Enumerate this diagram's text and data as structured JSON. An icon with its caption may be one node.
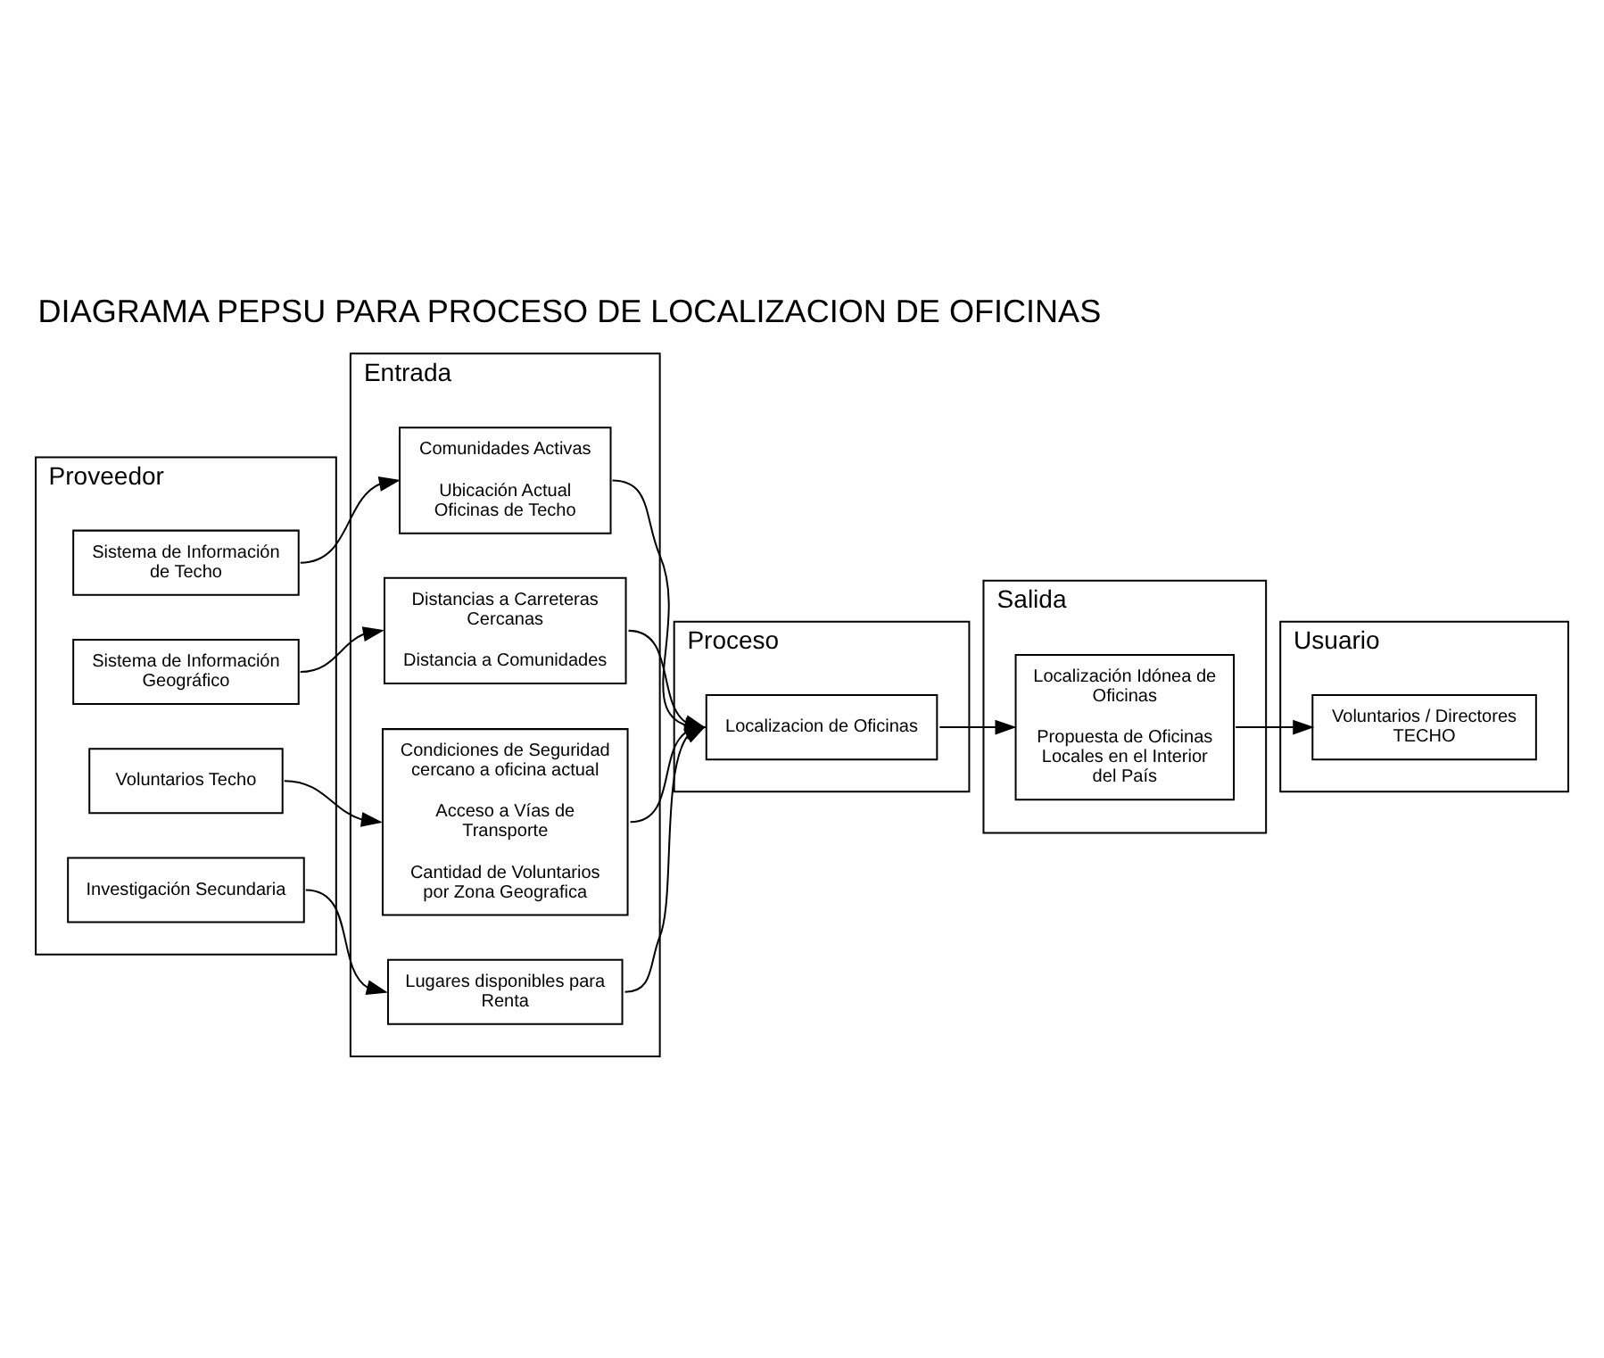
{
  "diagram": {
    "title": "DIAGRAMA PEPSU PARA PROCESO DE LOCALIZACION DE OFICINAS",
    "nodes": [
      {
        "text": [
          "Proveedor"
        ]
      },
      {
        "text": [
          "Entrada"
        ]
      },
      {
        "text": [
          "Proceso"
        ]
      },
      {
        "text": [
          "Salida"
        ]
      },
      {
        "text": [
          "Usuario"
        ]
      },
      {
        "text": [
          "Sistema de Información de Techo"
        ],
        "in": 0
      },
      {
        "text": [
          "Sistema de Información Geográfico"
        ],
        "in": 0
      },
      {
        "text": [
          "Voluntarios Techo"
        ],
        "in": 0
      },
      {
        "text": [
          "Investigación Secundaria"
        ],
        "in": 0
      },
      {
        "text": [
          "Comunidades Activas",
          "Ubicación Actual Oficinas de Techo"
        ],
        "in": 1
      },
      {
        "text": [
          "Distancias a Carreteras Cercanas",
          "Distancia a Comunidades"
        ],
        "in": 1
      },
      {
        "text": [
          "Condiciones de Seguridad cercano a oficina actual",
          "Acceso a Vías de Transporte",
          "Cantidad de Voluntarios por Zona Geografica"
        ],
        "in": 1
      },
      {
        "text": [
          "Lugares disponibles para Renta"
        ],
        "in": 1
      },
      {
        "text": [
          "Localizacion de Oficinas"
        ],
        "in": 2
      },
      {
        "text": [
          "Localización Idónea de Oficinas",
          "Propuesta de Oficinas Locales en el Interior del País"
        ],
        "in": 3
      },
      {
        "text": [
          "Voluntarios / Directores TECHO"
        ],
        "in": 4
      }
    ],
    "edges": [
      {
        "from": 5,
        "to": 9,
        "arrow": "to"
      },
      {
        "from": 6,
        "to": 10,
        "arrow": "to"
      },
      {
        "from": 7,
        "to": 11,
        "arrow": "to"
      },
      {
        "from": 8,
        "to": 12,
        "arrow": "to"
      },
      {
        "from": 9,
        "to": 13,
        "arrow": "to"
      },
      {
        "from": 10,
        "to": 13,
        "arrow": "to"
      },
      {
        "from": 11,
        "to": 13,
        "arrow": "to"
      },
      {
        "from": 12,
        "to": 13,
        "arrow": "to"
      },
      {
        "from": 13,
        "to": 14,
        "arrow": "to"
      },
      {
        "from": 14,
        "to": 15,
        "arrow": "to"
      }
    ]
  }
}
